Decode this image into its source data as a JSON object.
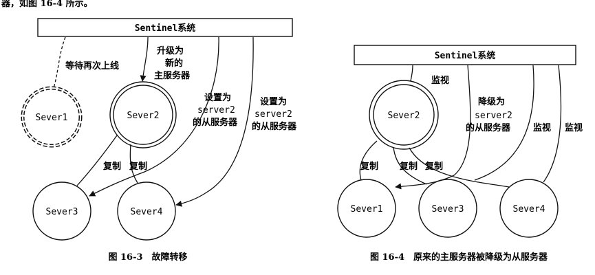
{
  "intro_text": "器，如图 16-4 所示。",
  "figure_left": {
    "caption": "图 16-3　故障转移",
    "sentinel_label": "Sentinel系统",
    "servers": [
      "Sever1",
      "Sever2",
      "Sever3",
      "Sever4"
    ],
    "wait_label": "等待再次上线",
    "promote_label": [
      "升级为",
      "新的",
      "主服务器"
    ],
    "set_slave_label_1": [
      "设置为",
      "server2",
      "的从服务器"
    ],
    "set_slave_label_2": [
      "设置为",
      "server2",
      "的从服务器"
    ],
    "replicate_label_1": "复制",
    "replicate_label_2": "复制"
  },
  "figure_right": {
    "caption": "图 16-4　原来的主服务器被降级为从服务器",
    "sentinel_label": "Sentinel系统",
    "servers": [
      "Sever2",
      "Sever1",
      "Sever3",
      "Sever4"
    ],
    "monitor_label_1": "监视",
    "demote_label": [
      "降级为",
      "server2",
      "的从服务器"
    ],
    "monitor_label_2": "监视",
    "monitor_label_3": "监视",
    "replicate_label_1": "复制",
    "replicate_label_2": "复制",
    "replicate_label_3": "复制"
  }
}
